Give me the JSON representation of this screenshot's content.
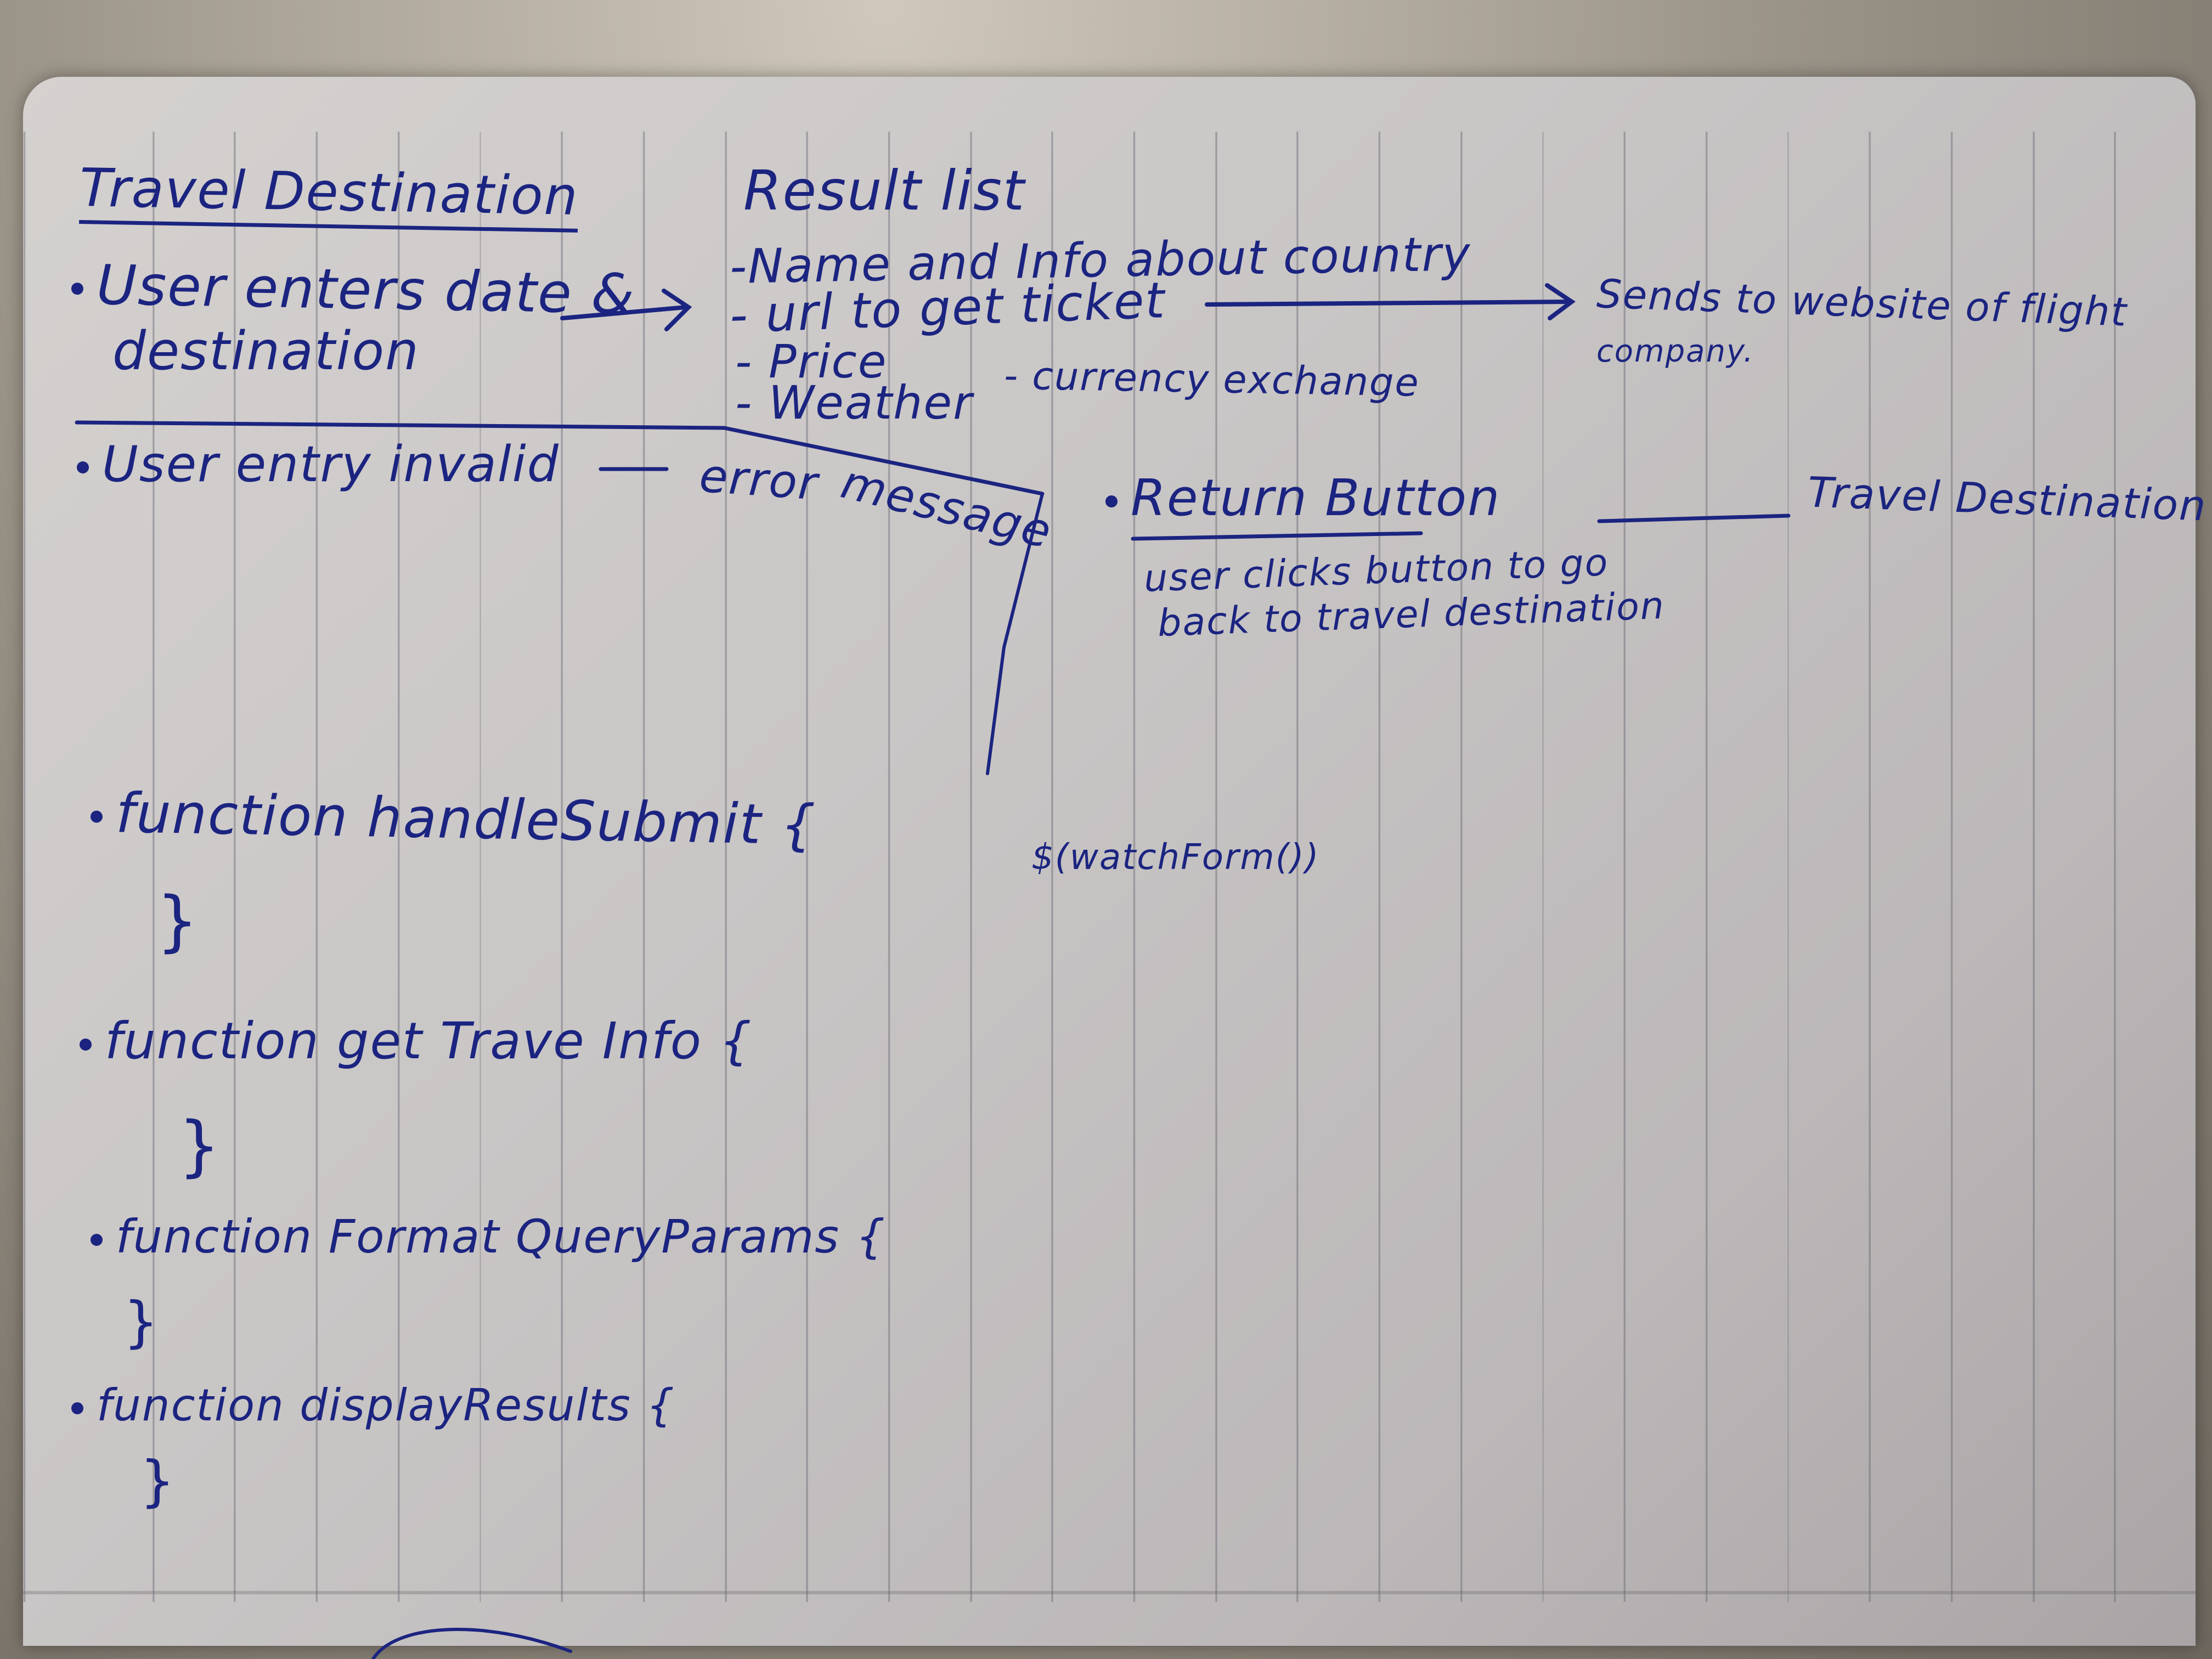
{
  "notes": {
    "travel_destination_heading": "Travel Destination",
    "user_enters_line1": "User enters date &",
    "user_enters_line2": "destination",
    "result_list_heading": "Result list",
    "result_items": [
      "-Name and Info about country",
      "- url to get ticket",
      "- Price",
      "- Weather"
    ],
    "currency_exchange": "- currency exchange",
    "sends_line1": "Sends to website of flight",
    "sends_line2": "company.",
    "user_entry_invalid": "User entry invalid",
    "error_word": "error",
    "message_word": "message",
    "return_button": "Return Button",
    "return_desc_line1": "user clicks button to go",
    "return_desc_line2": "back to travel destination",
    "return_target": "Travel Destination",
    "fn_handle_submit": "function handleSubmit {",
    "fn_get_travel_info": "function get Trave Info {",
    "fn_format_query": "function Format QueryParams {",
    "fn_display_results": "function displayResults {",
    "closing_brace": "}",
    "watch_form": "$(watchForm())"
  }
}
